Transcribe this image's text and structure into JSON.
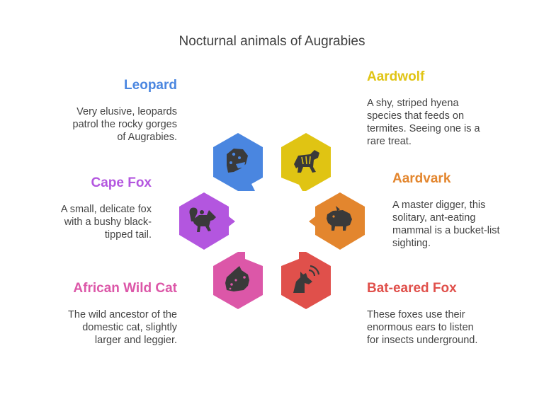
{
  "title": "Nocturnal animals of Augrabies",
  "colors": {
    "leopard": "#4a86e0",
    "aardwolf": "#e0c413",
    "aardvark": "#e3862e",
    "bat_eared_fox": "#e0504b",
    "african_wild_cat": "#dc57a8",
    "cape_fox": "#b356df",
    "text": "#444444"
  },
  "animals": {
    "leopard": {
      "name": "Leopard",
      "desc_lines": [
        "Very elusive, leopards",
        "patrol the rocky gorges",
        "of Augrabies."
      ],
      "icon": "leopard-icon"
    },
    "aardwolf": {
      "name": "Aardwolf",
      "desc_lines": [
        "A shy, striped hyena",
        "species that feeds on",
        "termites. Seeing one is a",
        "rare treat."
      ],
      "icon": "hyena-icon"
    },
    "aardvark": {
      "name": "Aardvark",
      "desc_lines": [
        "A master digger, this",
        "solitary, ant-eating",
        "mammal is a bucket-list",
        "sighting."
      ],
      "icon": "aardvark-icon"
    },
    "bat_eared_fox": {
      "name": "Bat-eared Fox",
      "desc_lines": [
        "These foxes use their",
        "enormous ears to listen",
        "for insects underground."
      ],
      "icon": "fox-listening-icon"
    },
    "african_wild_cat": {
      "name": "African Wild Cat",
      "desc_lines": [
        "The wild ancestor of the",
        "domestic cat, slightly",
        "larger and leggier."
      ],
      "icon": "wild-cat-icon"
    },
    "cape_fox": {
      "name": "Cape Fox",
      "desc_lines": [
        "A small, delicate fox",
        "with a bushy black-",
        "tipped tail."
      ],
      "icon": "fox-icon"
    }
  }
}
